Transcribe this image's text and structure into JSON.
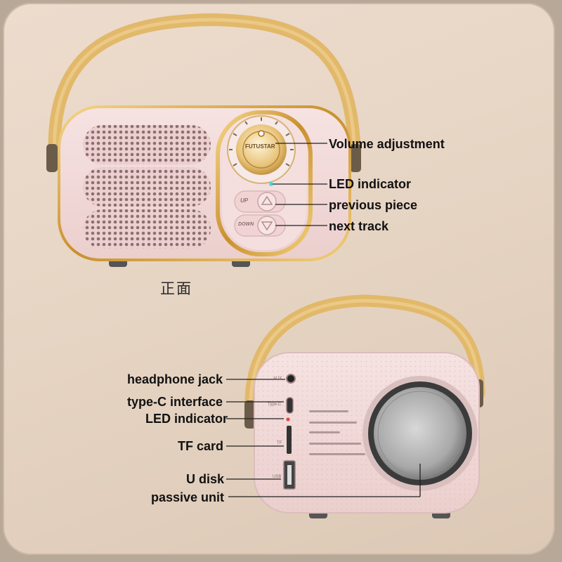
{
  "front": {
    "caption": "正面",
    "knob_brand": "FUTUSTAR",
    "button_up": "UP",
    "button_down": "DOWN",
    "labels": {
      "volume": "Volume adjustment",
      "led": "LED indicator",
      "previous": "previous piece",
      "next": "next track"
    }
  },
  "back": {
    "port_aux": "AUX",
    "port_typec": "Type-C",
    "port_tf": "TF",
    "port_usb": "USB",
    "labels": {
      "headphone": "headphone jack",
      "typec": "type-C interface",
      "led": "LED indicator",
      "tf": "TF card",
      "udisk": "U disk",
      "passive": "passive unit"
    }
  },
  "colors": {
    "body_pink": "#f1d9d8",
    "gold_trim": "#d9a94a",
    "strap": "#e2b86a",
    "led_front": "#3fd6e6",
    "led_back": "#e8463a"
  }
}
